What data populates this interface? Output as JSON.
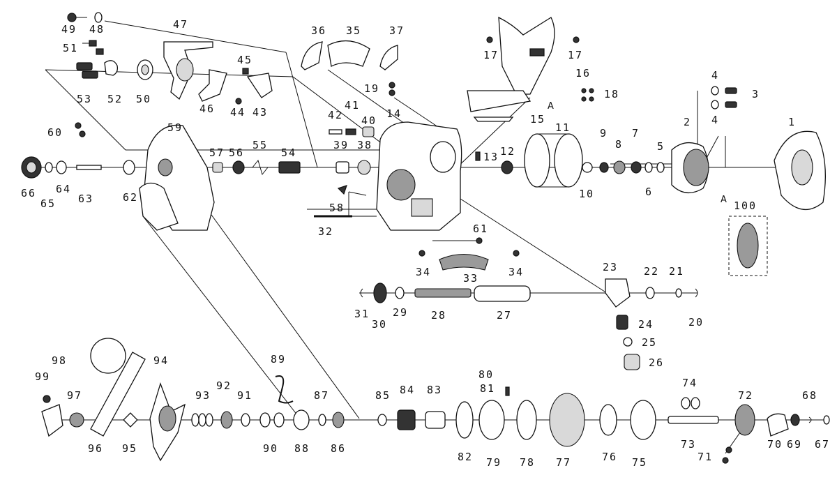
{
  "labels": [
    "1",
    "2",
    "3",
    "4",
    "5",
    "6",
    "7",
    "8",
    "9",
    "10",
    "11",
    "12",
    "13",
    "14",
    "15",
    "16",
    "17",
    "18",
    "19",
    "20",
    "21",
    "22",
    "23",
    "24",
    "25",
    "26",
    "27",
    "28",
    "29",
    "30",
    "31",
    "32",
    "33",
    "34",
    "35",
    "36",
    "37",
    "38",
    "39",
    "40",
    "41",
    "42",
    "43",
    "44",
    "45",
    "46",
    "47",
    "48",
    "49",
    "50",
    "51",
    "52",
    "53",
    "54",
    "55",
    "56",
    "57",
    "58",
    "59",
    "60",
    "61",
    "62",
    "63",
    "64",
    "65",
    "66",
    "67",
    "68",
    "69",
    "70",
    "71",
    "72",
    "73",
    "74",
    "75",
    "76",
    "77",
    "78",
    "79",
    "80",
    "81",
    "82",
    "83",
    "84",
    "85",
    "86",
    "87",
    "88",
    "89",
    "90",
    "91",
    "92",
    "93",
    "94",
    "95",
    "96",
    "97",
    "98",
    "99",
    "100"
  ],
  "connector_letter": "A"
}
